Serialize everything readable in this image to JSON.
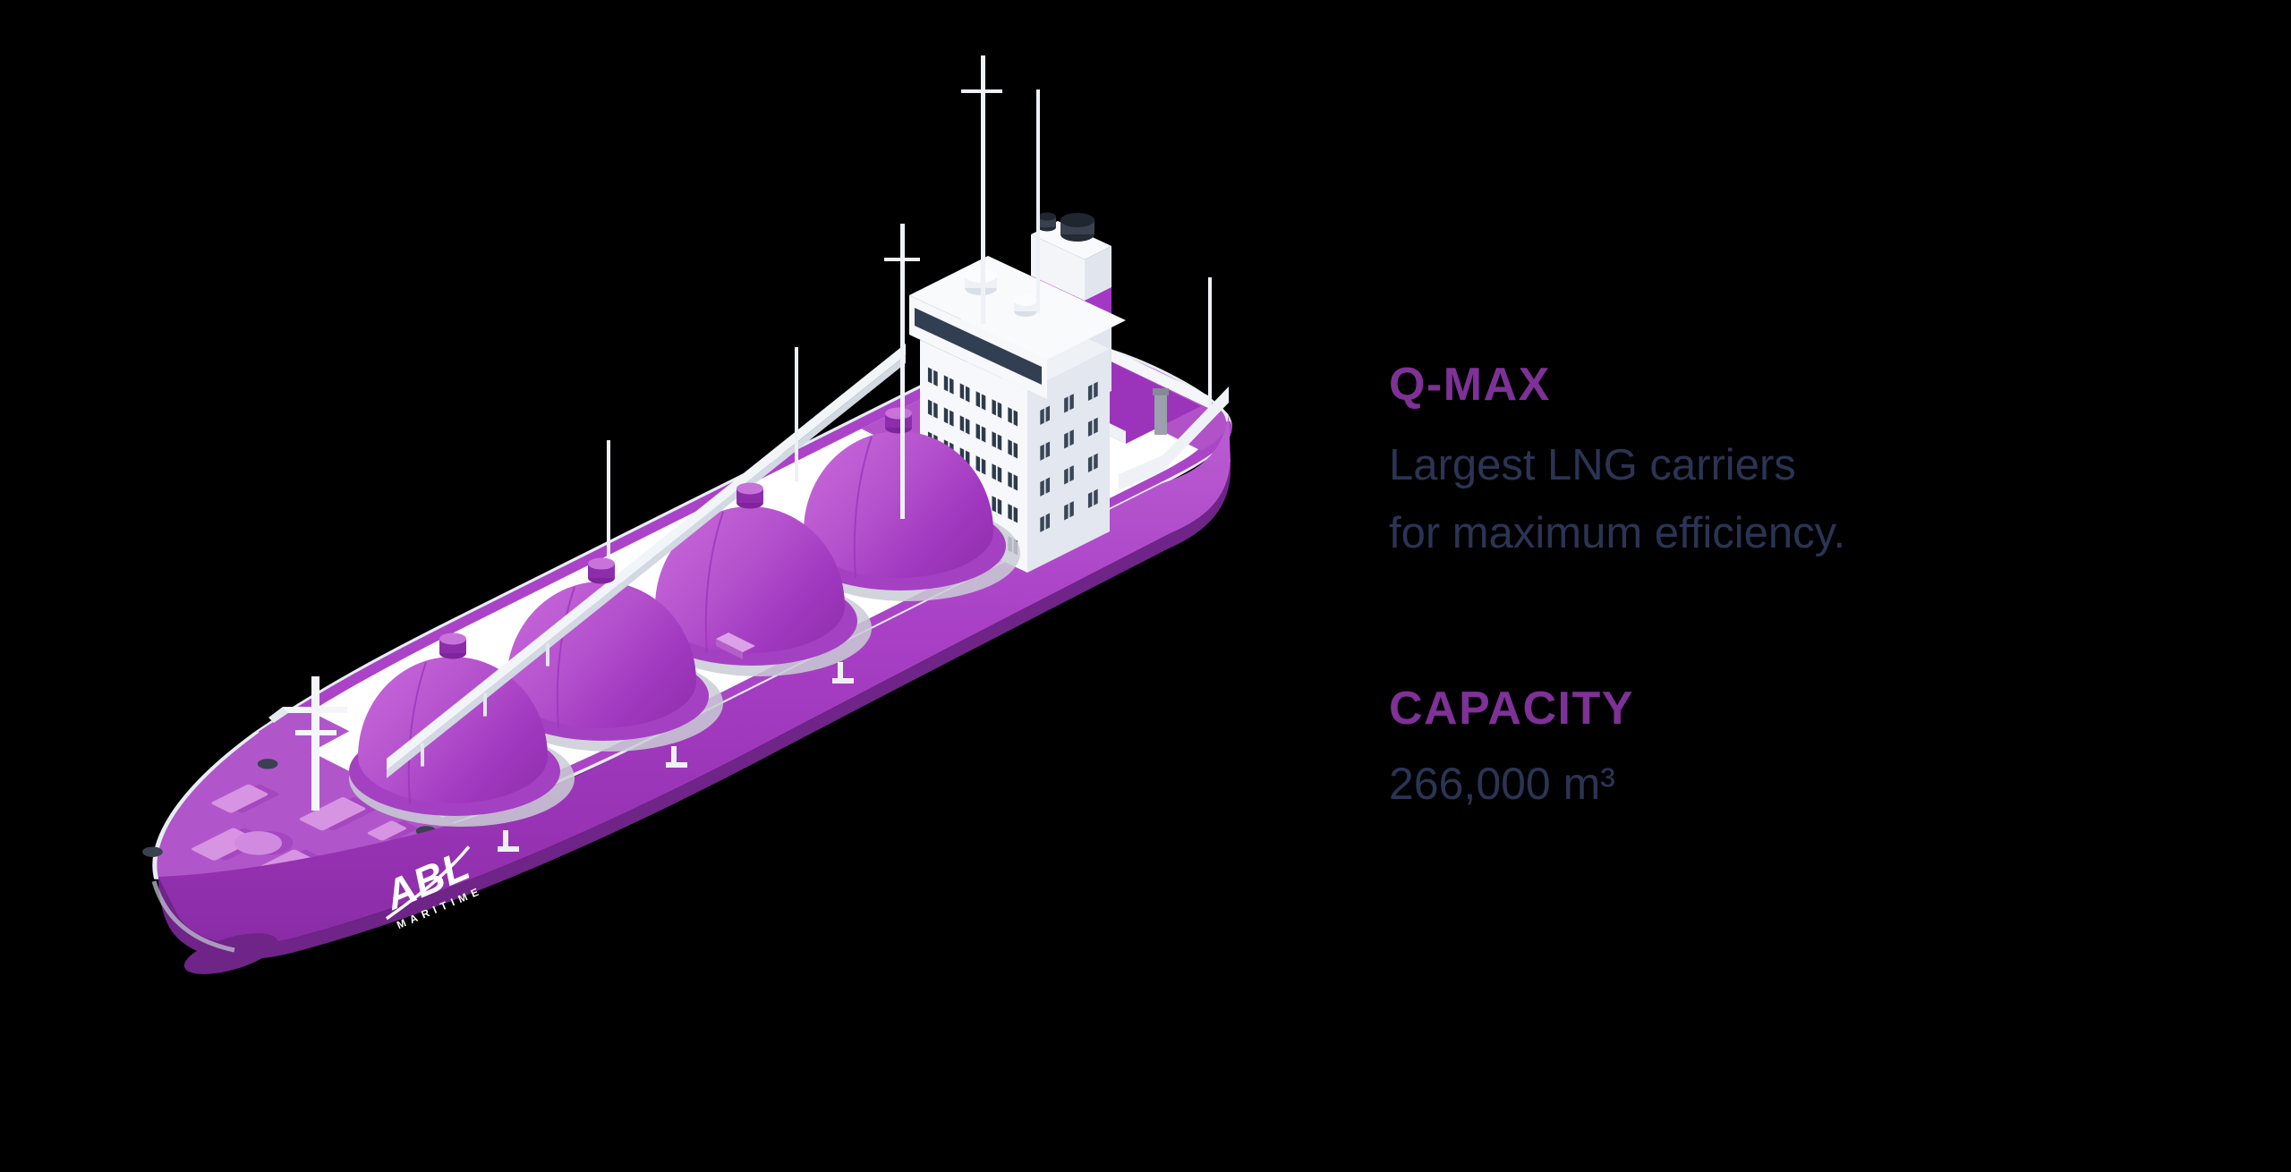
{
  "background_color": "#000000",
  "info_panel": {
    "title": "Q-MAX",
    "description_line1": "Largest LNG carriers",
    "description_line2": "for maximum efficiency.",
    "spec_label": "CAPACITY",
    "spec_value": "266,000 m³",
    "accent_color": "#7e3197",
    "text_color": "#2b3454"
  },
  "ship": {
    "logo": {
      "line1": "ABL",
      "line2": "MARITIME"
    },
    "colors": {
      "hull": "#a940c6",
      "hull_shadow": "#6f2488",
      "deck": "#ffffff",
      "tank": "#b350cc",
      "tank_skirt": "#a441c2",
      "superstructure": "#f3f5f9",
      "window": "#2e3a4c",
      "funnel_band": "#b13ed2",
      "catwalk": "#f2f5f8"
    }
  }
}
